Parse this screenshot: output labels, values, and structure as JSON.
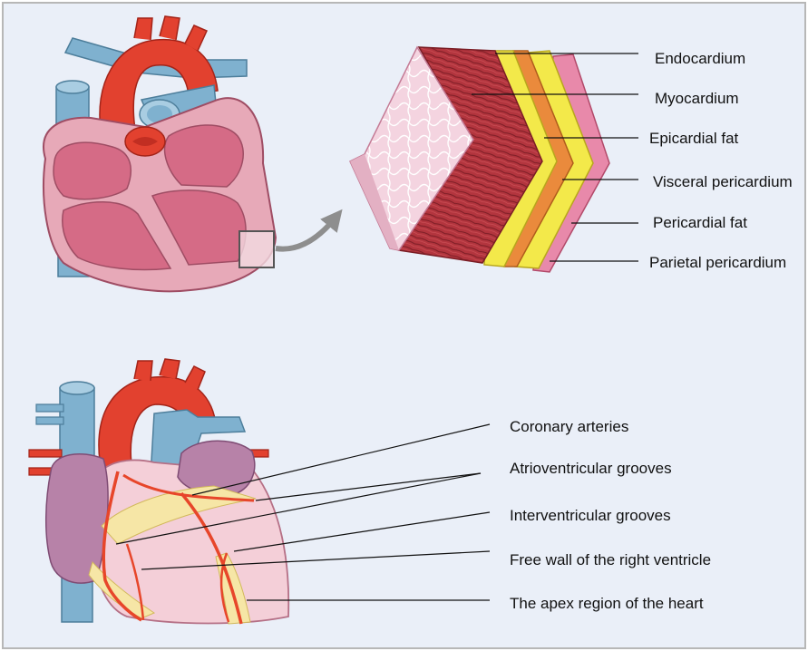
{
  "layers": {
    "endocardium": "Endocardium",
    "myocardium": "Myocardium",
    "epicardial_fat": "Epicardial fat",
    "visceral_pericardium": "Visceral pericardium",
    "pericardial_fat": "Pericardial fat",
    "parietal_pericardium": "Parietal pericardium"
  },
  "regions": {
    "coronary_arteries": "Coronary arteries",
    "atrioventricular_grooves": "Atrioventricular grooves",
    "interventricular_grooves": "Interventricular grooves",
    "free_wall_right_ventricle": "Free wall of the right ventricle",
    "apex_region": "The apex region of the heart"
  },
  "colors": {
    "background": "#eaeff8",
    "border": "#b7b7b7",
    "heart_wall": "#e7a9b8",
    "chamber": "#d56b86",
    "aorta": "#e2412f",
    "vessel_blue": "#7fb1cf",
    "muscle": "#b2343c",
    "fat_yellow": "#f3e94a",
    "fat_orange": "#ea8a3c",
    "pericardium_pink": "#e889aa",
    "coronary": "#e7462a",
    "groove_fat": "#f6e6a6"
  }
}
